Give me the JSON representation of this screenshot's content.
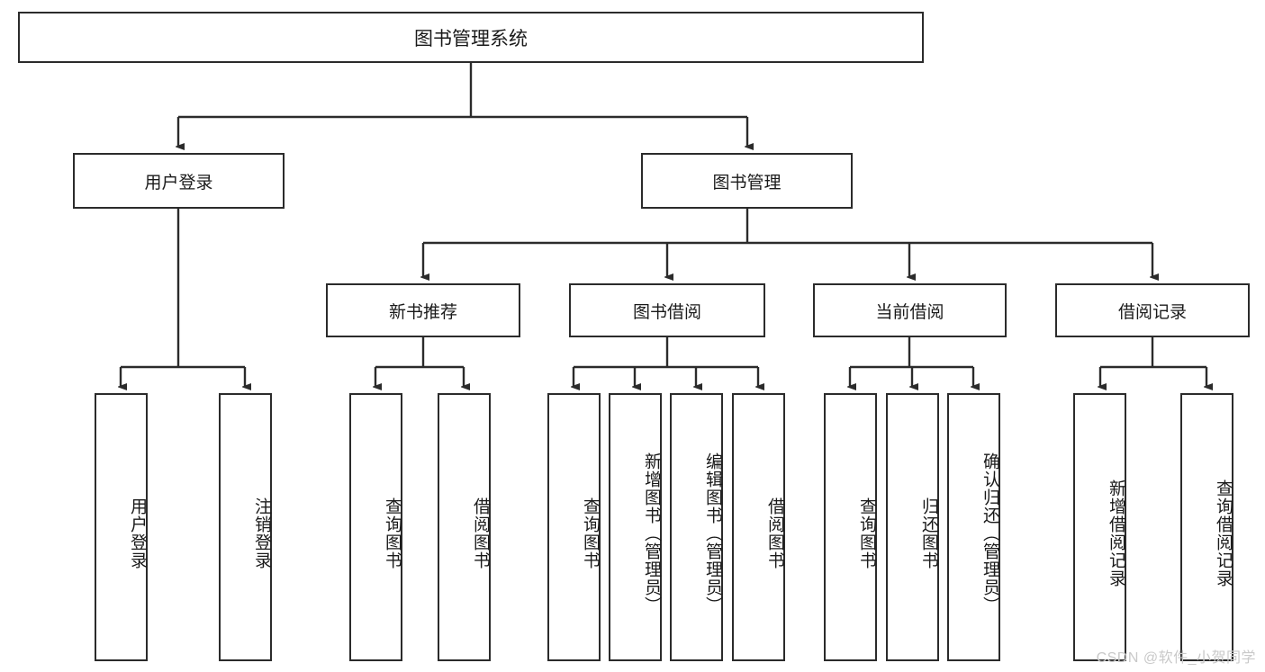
{
  "diagram": {
    "title": "图书管理系统",
    "type": "hierarchy-tree",
    "colors": {
      "box_border": "#2b2b2b",
      "box_fill": "#ffffff",
      "connector": "#2b2b2b",
      "text": "#1a1a1a",
      "watermark": "#c9c9c9",
      "background": "#ffffff"
    },
    "nodes": {
      "root": {
        "label": "图书管理系统"
      },
      "level2": [
        {
          "id": "user-login",
          "label": "用户登录"
        },
        {
          "id": "book-management",
          "label": "图书管理"
        }
      ],
      "level3": [
        {
          "id": "new-book-recommend",
          "label": "新书推荐"
        },
        {
          "id": "book-borrow",
          "label": "图书借阅"
        },
        {
          "id": "current-borrow",
          "label": "当前借阅"
        },
        {
          "id": "borrow-record",
          "label": "借阅记录"
        }
      ],
      "leaves": {
        "user-login": [
          {
            "id": "leaf-user-login",
            "label": "用户登录"
          },
          {
            "id": "leaf-logout-login",
            "label": "注销登录"
          }
        ],
        "new-book-recommend": [
          {
            "id": "leaf-query-book-1",
            "label": "查询图书"
          },
          {
            "id": "leaf-borrow-book-1",
            "label": "借阅图书"
          }
        ],
        "book-borrow": [
          {
            "id": "leaf-query-book-2",
            "label": "查询图书"
          },
          {
            "id": "leaf-add-book",
            "label": "新增图书（管理员）"
          },
          {
            "id": "leaf-edit-book",
            "label": "编辑图书（管理员）"
          },
          {
            "id": "leaf-borrow-book-2",
            "label": "借阅图书"
          }
        ],
        "current-borrow": [
          {
            "id": "leaf-query-book-3",
            "label": "查询图书"
          },
          {
            "id": "leaf-return-book",
            "label": "归还图书"
          },
          {
            "id": "leaf-confirm-return",
            "label": "确认归还（管理员）"
          }
        ],
        "borrow-record": [
          {
            "id": "leaf-add-record",
            "label": "新增借阅记录"
          },
          {
            "id": "leaf-query-record",
            "label": "查询借阅记录"
          }
        ]
      }
    },
    "watermark": "CSDN @软件_小贺同学"
  }
}
